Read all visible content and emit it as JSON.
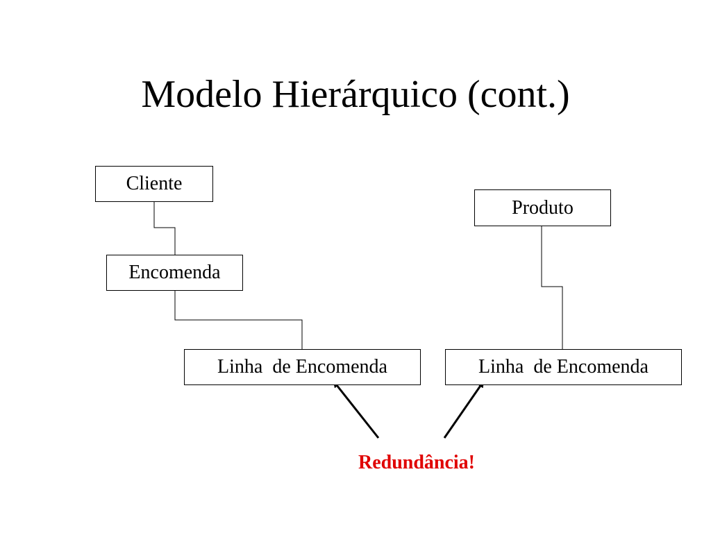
{
  "slide": {
    "title": "Modelo Hierárquico (cont.)"
  },
  "diagram": {
    "nodes": {
      "cliente": "Cliente",
      "encomenda": "Encomenda",
      "linha_encomenda_left": "Linha  de Encomenda",
      "produto": "Produto",
      "linha_encomenda_right": "Linha  de Encomenda"
    },
    "callout": {
      "text": "Redundância!",
      "color": "#e00000"
    },
    "edge_color": "#000000",
    "arrow_color": "#000000"
  }
}
